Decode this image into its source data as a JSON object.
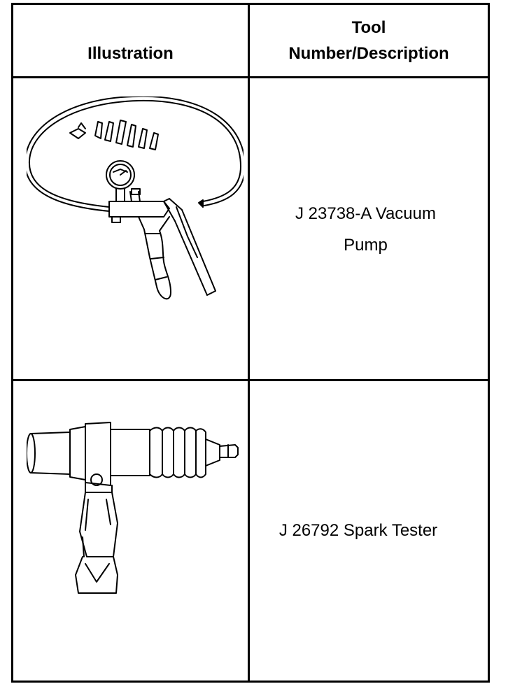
{
  "table": {
    "header": {
      "illustration": "Illustration",
      "tool_line1": "Tool",
      "tool_line2": "Number/Description"
    },
    "rows": [
      {
        "desc_line1": "J 23738-A Vacuum",
        "desc_line2": "Pump"
      },
      {
        "desc_line1": "J 26792 Spark Tester"
      }
    ]
  },
  "icons": {
    "row1": "vacuum-pump-icon",
    "row2": "spark-tester-icon"
  }
}
